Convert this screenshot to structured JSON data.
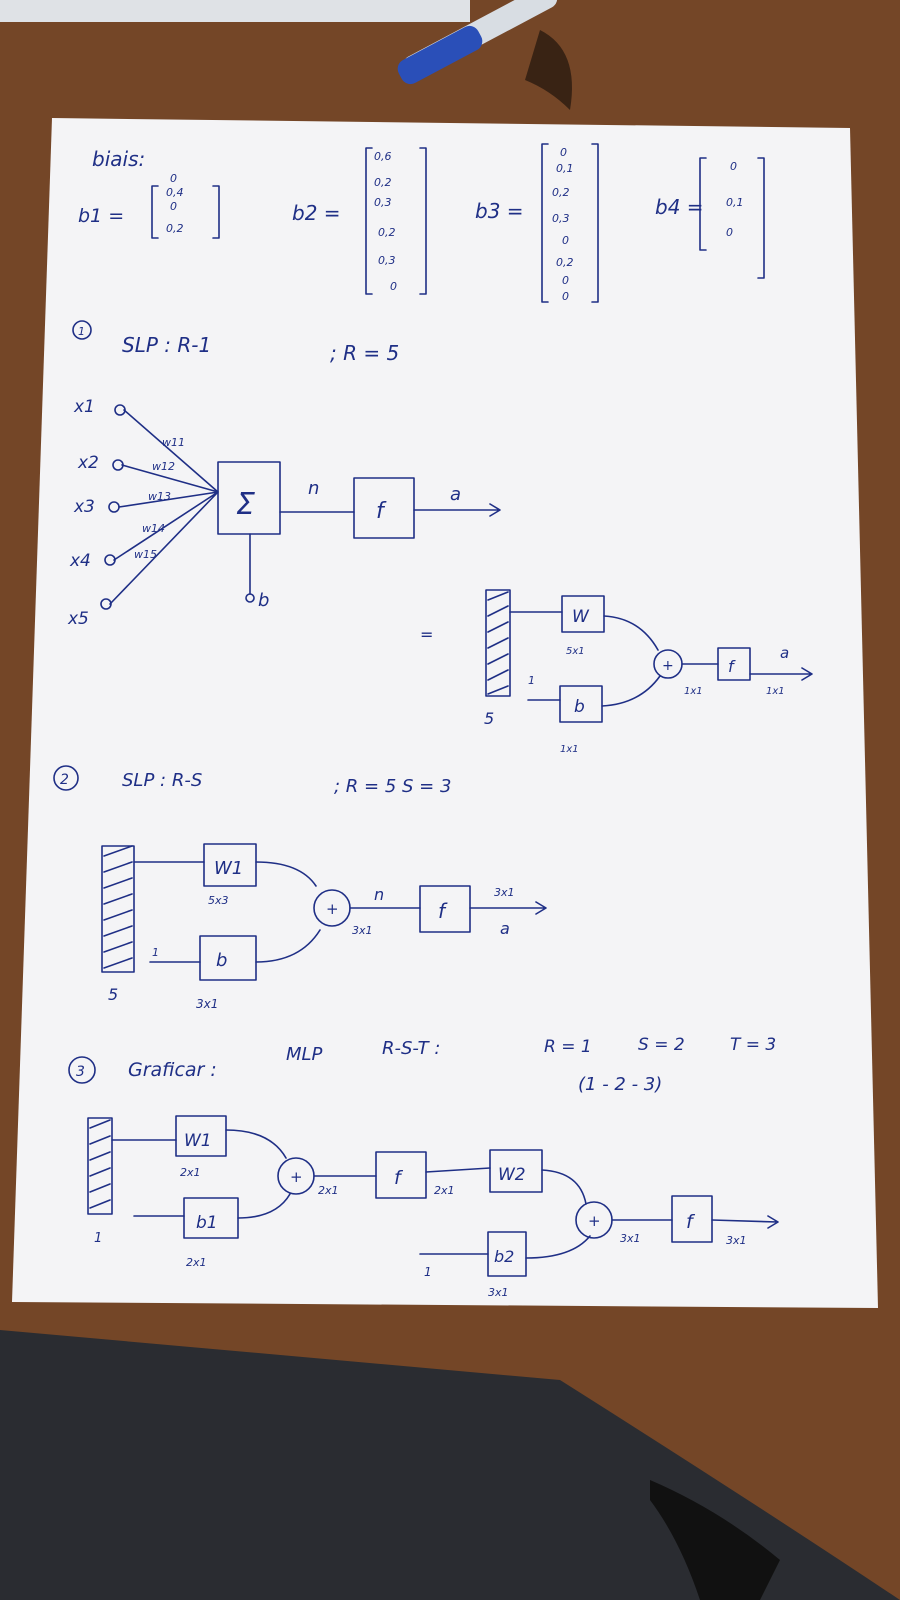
{
  "colors": {
    "table": "#7a4a2a",
    "paper": "#f4f4f6",
    "ink": "#1f2f86",
    "pen": "#2a4fb8"
  },
  "biases": {
    "heading": "biais:",
    "b1": {
      "label": "b1 =",
      "entries": [
        "0",
        "0,4",
        "0",
        "0,2"
      ]
    },
    "b2": {
      "label": "b2 =",
      "entries": [
        "0,6",
        "0,2",
        "0,3",
        "0,2",
        "0,3",
        "0"
      ]
    },
    "b3": {
      "label": "b3 =",
      "entries": [
        "0",
        "0,1",
        "0,2",
        "0,3",
        "0",
        "0,2",
        "0",
        "0"
      ]
    },
    "b4": {
      "label": "b4 =",
      "entries": [
        "0",
        "0,1",
        "0"
      ]
    }
  },
  "section1": {
    "number": "1",
    "title": "SLP : R-1",
    "cond": "; R = 5",
    "inputs": [
      "x1",
      "x2",
      "x3",
      "x4",
      "x5"
    ],
    "weights": [
      "w11",
      "w12",
      "w13",
      "w14",
      "w15"
    ],
    "sum": "Σ",
    "n": "n",
    "f": "f",
    "a": "a",
    "b": "b",
    "equals": "=",
    "dim_input": "5",
    "one": "1",
    "w_label": "W",
    "w_dim": "5x1",
    "b_label": "b",
    "b_dim": "1x1",
    "plus": "+",
    "sum_dim": "1x1",
    "out_dim": "1x1"
  },
  "section2": {
    "number": "2",
    "title": "SLP : R-S",
    "cond": "; R = 5   S = 3",
    "w_label": "W1",
    "w_dim": "5x3",
    "b_label": "b",
    "b_dim": "3x1",
    "one": "1",
    "dim_input": "5",
    "plus": "+",
    "n": "n",
    "n_dim": "3x1",
    "f": "f",
    "a": "a",
    "out_dim": "3x1"
  },
  "section3": {
    "number": "3",
    "title": "Graficar :",
    "mlp": "MLP",
    "rst": "R-S-T :",
    "r": "R = 1",
    "s": "S = 2",
    "t": "T = 3",
    "seq": "(1 - 2 - 3)",
    "w1": "W1",
    "w1_dim": "2x1",
    "b1": "b1",
    "b1_dim": "2x1",
    "one_a": "1",
    "one_b": "1",
    "plus": "+",
    "n1_dim": "2x1",
    "f": "f",
    "a1_dim": "2x1",
    "w2": "W2",
    "b2": "b2",
    "b2_dim": "3x1",
    "n2_dim": "3x1",
    "a2_dim": "3x1"
  }
}
